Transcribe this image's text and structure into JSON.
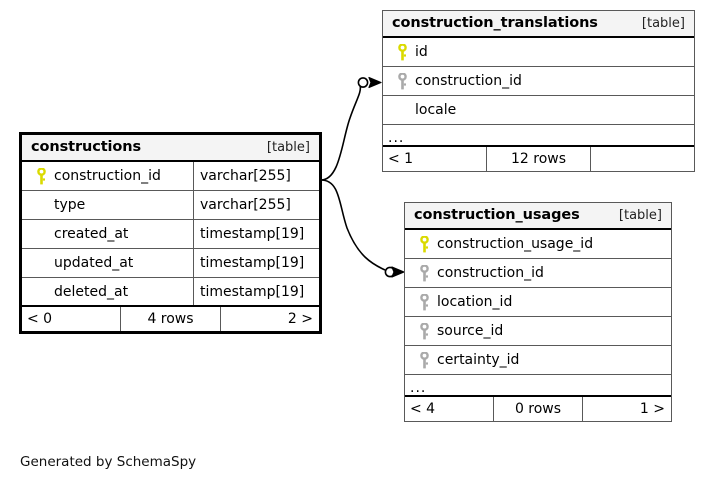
{
  "diagram": {
    "kind_label": "[table]",
    "more_glyph": "...",
    "credit": "Generated by SchemaSpy",
    "colors": {
      "primary_key": "#dada00",
      "foreign_key": "#aaaaaa",
      "header_bg": "#f4f4f4",
      "border": "#595959",
      "focus_border": "#000000",
      "background": "#ffffff"
    }
  },
  "tables": [
    {
      "id": "constructions",
      "name": "constructions",
      "kind": "[table]",
      "focus": true,
      "has_type_column": true,
      "columns": [
        {
          "name": "construction_id",
          "type": "varchar[255]",
          "key": "primary"
        },
        {
          "name": "type",
          "type": "varchar[255]",
          "key": "none"
        },
        {
          "name": "created_at",
          "type": "timestamp[19]",
          "key": "none"
        },
        {
          "name": "updated_at",
          "type": "timestamp[19]",
          "key": "none"
        },
        {
          "name": "deleted_at",
          "type": "timestamp[19]",
          "key": "none"
        }
      ],
      "has_more_row": false,
      "footer": {
        "left": "< 0",
        "center": "4 rows",
        "right": "2 >"
      }
    },
    {
      "id": "construction_translations",
      "name": "construction_translations",
      "kind": "[table]",
      "focus": false,
      "has_type_column": false,
      "columns": [
        {
          "name": "id",
          "type": "",
          "key": "primary"
        },
        {
          "name": "construction_id",
          "type": "",
          "key": "foreign"
        },
        {
          "name": "locale",
          "type": "",
          "key": "none"
        }
      ],
      "has_more_row": true,
      "footer": {
        "left": "< 1",
        "center": "12 rows",
        "right": ""
      }
    },
    {
      "id": "construction_usages",
      "name": "construction_usages",
      "kind": "[table]",
      "focus": false,
      "has_type_column": false,
      "columns": [
        {
          "name": "construction_usage_id",
          "type": "",
          "key": "primary"
        },
        {
          "name": "construction_id",
          "type": "",
          "key": "foreign"
        },
        {
          "name": "location_id",
          "type": "",
          "key": "foreign"
        },
        {
          "name": "source_id",
          "type": "",
          "key": "foreign"
        },
        {
          "name": "certainty_id",
          "type": "",
          "key": "foreign"
        }
      ],
      "has_more_row": true,
      "footer": {
        "left": "< 4",
        "center": "0 rows",
        "right": "1 >"
      }
    }
  ],
  "relationships": [
    {
      "id": "constructions-to-translations",
      "from_table": "constructions",
      "from_column": "construction_id",
      "to_table": "construction_translations",
      "to_column": "construction_id",
      "cardinality": "zero-or-many"
    },
    {
      "id": "constructions-to-usages",
      "from_table": "constructions",
      "from_column": "construction_id",
      "to_table": "construction_usages",
      "to_column": "construction_id",
      "cardinality": "zero-or-many"
    }
  ]
}
